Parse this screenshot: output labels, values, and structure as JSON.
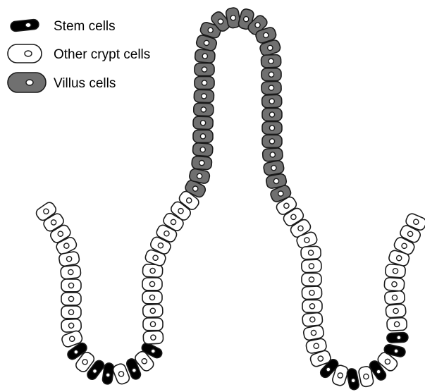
{
  "legend": {
    "items": [
      {
        "kind": "stem",
        "label": "Stem cells"
      },
      {
        "kind": "crypt",
        "label": "Other crypt cells"
      },
      {
        "kind": "villus",
        "label": "Villus cells"
      }
    ]
  },
  "colors": {
    "stem": "#000000",
    "crypt": "#ffffff",
    "villus": "#707070",
    "outline": "#1a1a1a",
    "nucleus_fill": "#ffffff"
  },
  "diagram": {
    "segments": [
      {
        "kind": "crypt",
        "count": 11
      },
      {
        "kind": "stem",
        "count": 1
      },
      {
        "kind": "crypt",
        "count": 1
      },
      {
        "kind": "stem",
        "count": 2
      },
      {
        "kind": "crypt",
        "count": 1
      },
      {
        "kind": "stem",
        "count": 1
      },
      {
        "kind": "crypt",
        "count": 1
      },
      {
        "kind": "stem",
        "count": 1
      },
      {
        "kind": "crypt",
        "count": 12
      },
      {
        "kind": "villus",
        "count": 30
      },
      {
        "kind": "crypt",
        "count": 13
      },
      {
        "kind": "stem",
        "count": 1
      },
      {
        "kind": "crypt",
        "count": 1
      },
      {
        "kind": "stem",
        "count": 1
      },
      {
        "kind": "crypt",
        "count": 1
      },
      {
        "kind": "stem",
        "count": 1
      },
      {
        "kind": "crypt",
        "count": 1
      },
      {
        "kind": "stem",
        "count": 2
      },
      {
        "kind": "crypt",
        "count": 9
      }
    ]
  }
}
